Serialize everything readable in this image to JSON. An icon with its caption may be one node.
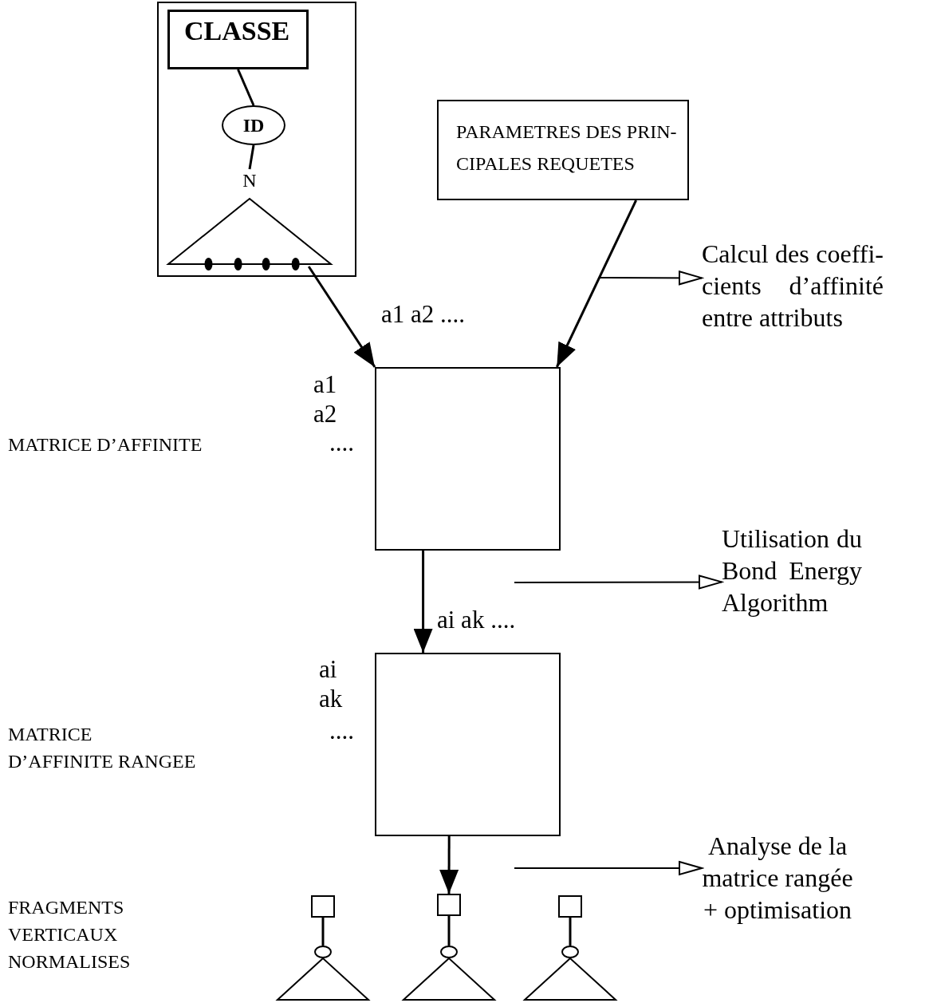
{
  "diagram": {
    "nodes": [
      {
        "text": [],
        "shape": "box"
      },
      {
        "text": [
          "CLASSE"
        ],
        "in": 0
      },
      {
        "text": [
          "ID"
        ],
        "in": 0
      },
      {
        "text": [],
        "shape": "triangle",
        "beside": [
          "N"
        ],
        "in": 0
      },
      {
        "text": [
          "PARAMETRES DES PRIN- CIPALES REQUETES"
        ]
      },
      {
        "text": [
          "Calcul des coeffi- cients d’affinité entre attributs"
        ]
      },
      {
        "text": [],
        "shape": "box"
      },
      {
        "text": [
          "Utilisation du Bond Energy Algorithm"
        ]
      },
      {
        "text": [],
        "shape": "box"
      },
      {
        "text": [
          "Analyse de la matrice rangée + optimisation"
        ]
      },
      {
        "text": [],
        "shape": "box"
      },
      {
        "text": [],
        "shape": "circle"
      },
      {
        "text": [],
        "shape": "triangle"
      },
      {
        "text": [],
        "shape": "box"
      },
      {
        "text": [],
        "shape": "circle"
      },
      {
        "text": [],
        "shape": "triangle"
      },
      {
        "text": [],
        "shape": "box"
      },
      {
        "text": [],
        "shape": "circle"
      },
      {
        "text": [],
        "shape": "triangle"
      }
    ],
    "edges": [
      {
        "from": 1,
        "to": 2,
        "arrow": "none"
      },
      {
        "from": 2,
        "to": 3,
        "arrow": "none"
      },
      {
        "from": 3,
        "to": 6,
        "arrow": "to"
      },
      {
        "from": 4,
        "to": 6,
        "arrow": "to"
      },
      {
        "from": null,
        "to": 5,
        "arrow": "to"
      },
      {
        "from": 6,
        "to": 8,
        "arrow": "to"
      },
      {
        "from": null,
        "to": 7,
        "arrow": "to"
      },
      {
        "from": 8,
        "to": 13,
        "arrow": "to"
      },
      {
        "from": null,
        "to": 9,
        "arrow": "to"
      },
      {
        "from": 10,
        "to": 11,
        "arrow": "none"
      },
      {
        "from": 13,
        "to": 14,
        "arrow": "none"
      },
      {
        "from": 16,
        "to": 17,
        "arrow": "none"
      }
    ],
    "labels": [
      "a1 a2 ....",
      "a1",
      "a2",
      "....",
      "MATRICE D’AFFINITE",
      "ai ak ....",
      "ai",
      "ak",
      "....",
      "MATRICE D’AFFINITE RANGEE",
      "FRAGMENTS VERTICAUX NORMALISES"
    ]
  }
}
